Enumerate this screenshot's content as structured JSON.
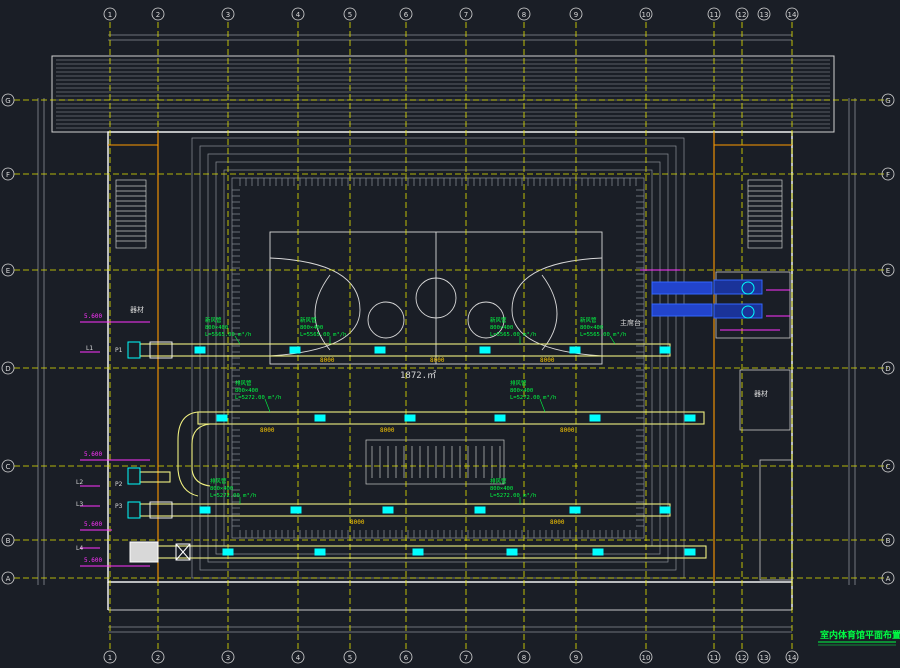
{
  "title": "室内体育馆平面布置图",
  "colors": {
    "background": "#1a1e26",
    "axis": "#e6e600",
    "wall": "#ffffff",
    "duct": "#f0f080",
    "orange": "#ff9900",
    "equipment": "#00ffff",
    "label": "#00ff44",
    "magenta": "#ff33ff",
    "blue": "#3366ff",
    "grey": "#8a8e96"
  },
  "grid": {
    "columns": [
      "1",
      "2",
      "3",
      "4",
      "5",
      "6",
      "7",
      "8",
      "9",
      "10",
      "11",
      "12",
      "13",
      "14"
    ],
    "rows": [
      "G",
      "F",
      "E",
      "D",
      "C",
      "B",
      "A"
    ]
  },
  "room_labels": {
    "arena": "1872.㎡",
    "left_room": "器材",
    "right_room": "器材",
    "stage_label": "主席台"
  },
  "duct_labels": [
    {
      "name": "新风管",
      "size": "800×400",
      "flow": "L=5565.00 m³/h"
    },
    {
      "name": "新风管",
      "size": "800×400",
      "flow": "L=5565.00 m³/h"
    },
    {
      "name": "新风管",
      "size": "800×400",
      "flow": "L=5565.00 m³/h"
    },
    {
      "name": "新风管",
      "size": "800×400",
      "flow": "L=5565.00 m³/h"
    },
    {
      "name": "排风管",
      "size": "800×400",
      "flow": "L=5272.00 m³/h"
    },
    {
      "name": "排风管",
      "size": "800×400",
      "flow": "L=5272.00 m³/h"
    },
    {
      "name": "排风管",
      "size": "800×400",
      "flow": "L=5272.00 m³/h"
    },
    {
      "name": "排风管",
      "size": "800×400",
      "flow": "L=5272.00 m³/h"
    }
  ],
  "dimensions": [
    "8000",
    "8000",
    "8000",
    "8000",
    "8000",
    "8000",
    "8000",
    "8000"
  ],
  "side_tags": [
    "L1",
    "L2",
    "L3",
    "L4",
    "P1",
    "P2",
    "P3"
  ],
  "elevations": [
    "5.600",
    "5.600",
    "5.600",
    "5.600"
  ]
}
